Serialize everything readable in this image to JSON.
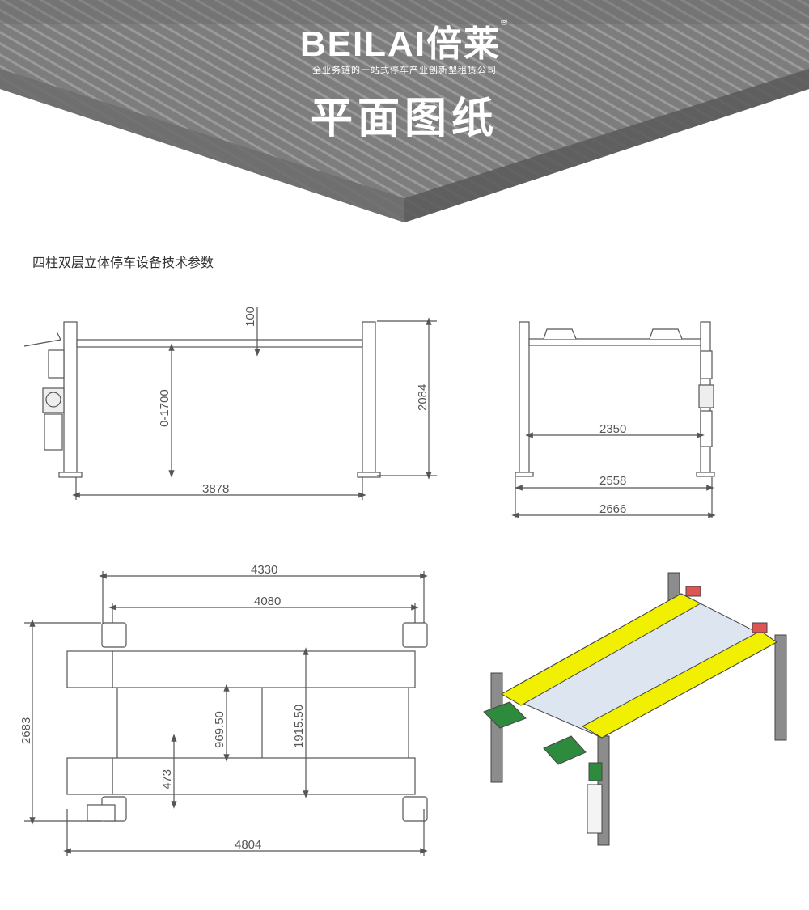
{
  "brand": {
    "name": "BEILAI倍莱",
    "registered": "®",
    "tagline": "全业务链的一站式停车产业创新型租赁公司"
  },
  "page_title": "平面图纸",
  "section_title": "四柱双层立体停车设备技术参数",
  "dimensions": {
    "front": {
      "top_clearance": "100",
      "lift_range": "0-1700",
      "height": "2084",
      "post_span": "3878"
    },
    "side": {
      "platform_width": "2350",
      "post_width": "2558",
      "overall_width": "2666"
    },
    "plan": {
      "overall_length": "4330",
      "post_length": "4080",
      "overall_depth": "2683",
      "runway_gap": "969.50",
      "runway_span": "1915.50",
      "runway_width": "473",
      "total_length": "4804"
    }
  },
  "colors": {
    "banner_gray": "#8a8a8a",
    "line": "#555555",
    "runway": "#f0f000",
    "ramp": "#2e8b3d",
    "post": "#8c8c8c"
  }
}
